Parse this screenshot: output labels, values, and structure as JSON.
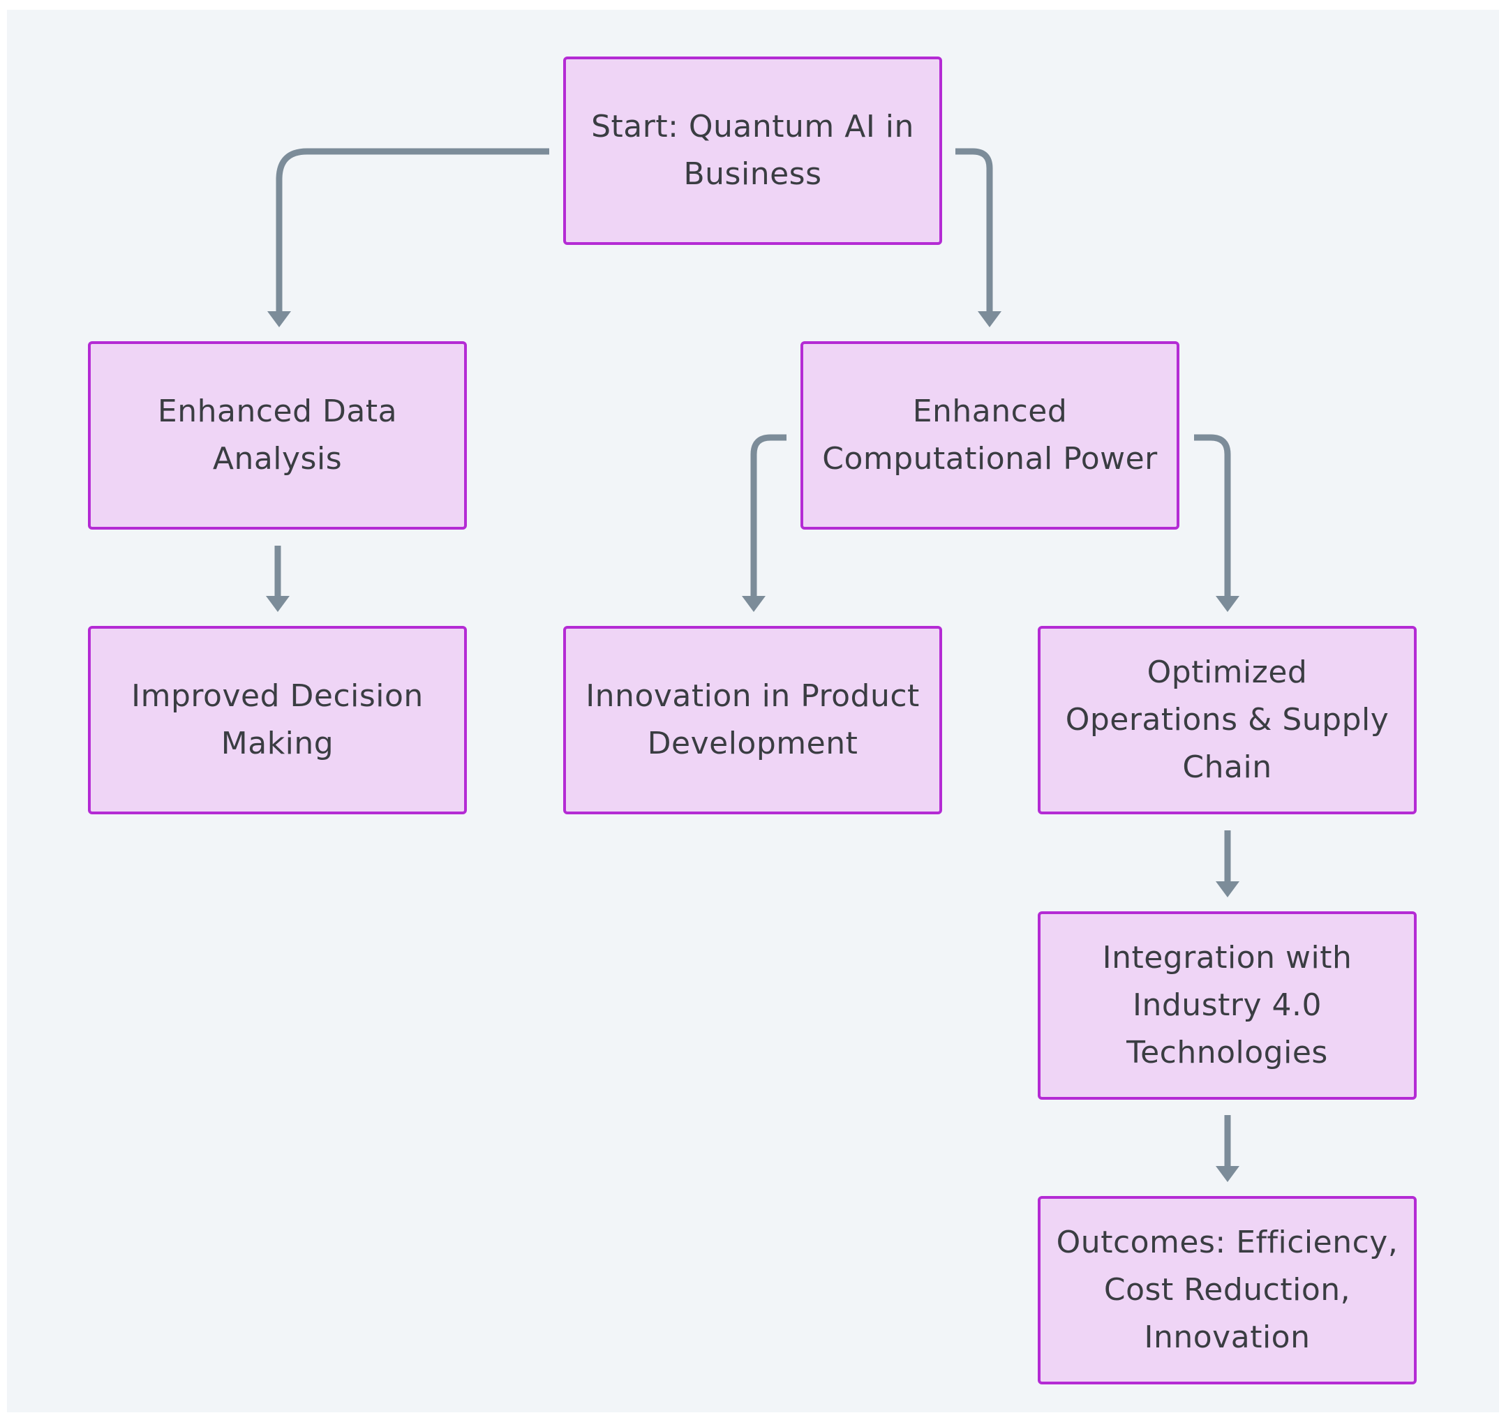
{
  "diagram": {
    "nodes": [
      {
        "id": "start",
        "label": "Start: Quantum AI in Business"
      },
      {
        "id": "data_analysis",
        "label": "Enhanced Data Analysis"
      },
      {
        "id": "computational_power",
        "label": "Enhanced Computational Power"
      },
      {
        "id": "decision_making",
        "label": "Improved Decision Making"
      },
      {
        "id": "product_innovation",
        "label": "Innovation in Product Development"
      },
      {
        "id": "operations",
        "label": "Optimized Operations & Supply Chain"
      },
      {
        "id": "industry_integration",
        "label": "Integration with Industry 4.0 Technologies"
      },
      {
        "id": "outcomes",
        "label": "Outcomes: Efficiency, Cost Reduction, Innovation"
      }
    ],
    "edges": [
      {
        "from": "start",
        "to": "data_analysis"
      },
      {
        "from": "start",
        "to": "computational_power"
      },
      {
        "from": "data_analysis",
        "to": "decision_making"
      },
      {
        "from": "computational_power",
        "to": "product_innovation"
      },
      {
        "from": "computational_power",
        "to": "operations"
      },
      {
        "from": "operations",
        "to": "industry_integration"
      },
      {
        "from": "industry_integration",
        "to": "outcomes"
      }
    ],
    "colors": {
      "background": "#f2f5f8",
      "node_fill": "#efd5f6",
      "node_border": "#b42bd4",
      "edge": "#7c8c99",
      "text": "#3a3d42"
    }
  }
}
